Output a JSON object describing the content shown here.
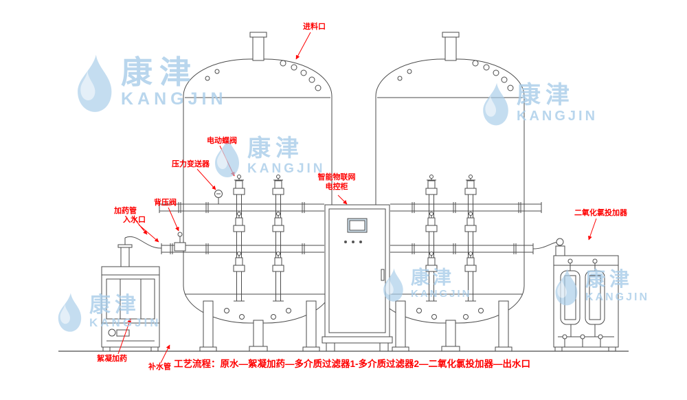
{
  "watermark": {
    "cn": "康津",
    "en": "KANGJIN"
  },
  "labels": {
    "feed_inlet": "进料口",
    "electric_butterfly_valve": "电动蝶阀",
    "pressure_transmitter": "压力变送器",
    "iot_cabinet_line1": "智能物联网",
    "iot_cabinet_line2": "电控柜",
    "back_pressure_valve": "背压阀",
    "dosing_pipe": "加药管",
    "water_inlet": "入水口",
    "clo2_doser": "二氧化氯投加器",
    "flocculant_dosing": "絮凝加药",
    "makeup_water_pipe": "补水管"
  },
  "process_flow": "工艺流程：原水—絮凝加药—多介质过滤器1-多介质过滤器2—二氧化氯投加器—出水口",
  "colors": {
    "annotation_red": "#fe0000",
    "line": "#4a4a4a",
    "watermark_blue": "#a8cde9"
  }
}
